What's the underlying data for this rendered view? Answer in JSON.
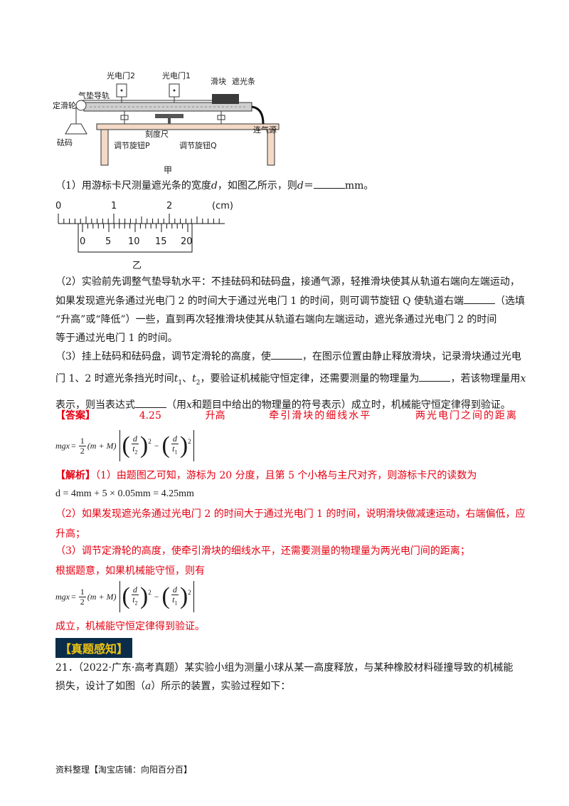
{
  "diagram_a": {
    "labels": {
      "gate2": "光电门2",
      "gate1": "光电门1",
      "slider": "滑块",
      "shade": "遮光条",
      "rail": "气垫导轨",
      "pulley": "定滑轮",
      "weight": "砝码",
      "scale": "刻度尺",
      "knob_p": "调节旋钮P",
      "knob_q": "调节旋钮Q",
      "air": "连气源",
      "caption": "甲"
    }
  },
  "q1": {
    "text_a": "（1）用游标卡尺测量遮光条的宽度",
    "var_d": "d",
    "text_b": "，如图乙所示，则",
    "var_d2": "d",
    "text_c": "＝",
    "text_d": "mm。"
  },
  "caliper": {
    "main_ticks": [
      "0",
      "1",
      "2"
    ],
    "unit": "(cm)",
    "vernier_ticks": [
      "0",
      "5",
      "10",
      "15",
      "20"
    ],
    "caption": "乙"
  },
  "q2": {
    "line1": "（2）实验前先调整气垫导轨水平：不挂砝码和砝码盘，接通气源，轻推滑块使其从轨道右端向左端运动，",
    "line2a": "如果发现遮光条通过光电门 2 的时间大于通过光电门 1 的时间，则可调节旋钮 Q 使轨道右端",
    "line2b": "（选填",
    "line3": "“升高”或“降低”）一些，直到再次轻推滑块使其从轨道右端向左端运动，遮光条通过光电门 2 的时间",
    "line4": "等于通过光电门 1 的时间。"
  },
  "q3": {
    "line1a": "（3）挂上砝码和砝码盘，调节定滑轮的高度，使",
    "line1b": "，在图示位置由静止释放滑块，记录滑块通过光电",
    "line2a": "门 1、2 时遮光条挡光时间",
    "t1": "t",
    "t1sub": "1",
    "sep": "、",
    "t2": "t",
    "t2sub": "2",
    "line2b": "，要验证机械能守恒定律，还需要测量的物理量为",
    "line2c": "，若该物理量用",
    "x": "x",
    "line3a": "表示，则当表达式",
    "line3b": "（用",
    "line3c": "和题目中给出的物理量的符号表示）成立时，机械能守恒定律得到验证。"
  },
  "answer": {
    "label": "【答案】",
    "a1": "4.25",
    "a2": "升高",
    "a3": "牵引滑块的细线水平",
    "a4": "两光电门之间的距离"
  },
  "formula": {
    "lhs": "mgx",
    "eq": "=",
    "half_n": "1",
    "half_d": "2",
    "mass": "(m + M)",
    "d": "d",
    "t2": "t",
    "t2sub": "2",
    "t1": "t",
    "t1sub": "1",
    "exp": "2",
    "minus": "−"
  },
  "analysis": {
    "label": "【解析】",
    "p1": "（1）由题图乙可知，游标为 20 分度，且第 5 个小格与主尺对齐，则游标卡尺的读数为",
    "p1_eq": "d = 4mm + 5 × 0.05mm = 4.25mm",
    "p2a": "（2）如果发现遮光条通过光电门 2 的时间大于通过光电门 1 的时间，说明滑块做减速运动，右端偏低，应",
    "p2b": "升高；",
    "p3": "（3）调节定滑轮的高度，使牵引滑块的细线水平，还需要测量的物理量为两光电门间的距离；",
    "p4": "根据题意，如果机械能守恒，则有",
    "p5": "成立，机械能守恒定律得到验证。"
  },
  "section": {
    "title": "【真题感知】"
  },
  "q21": {
    "line1": "21．（2022·广东·高考真题）某实验小组为测量小球从某一高度释放，与某种橡胶材料碰撞导致的机械能",
    "line2a": "损失，设计了如图（",
    "a": "a",
    "line2b": "）所示的装置，实验过程如下："
  },
  "footer": {
    "text": "资料整理【淘宝店铺：向阳百分百】"
  }
}
